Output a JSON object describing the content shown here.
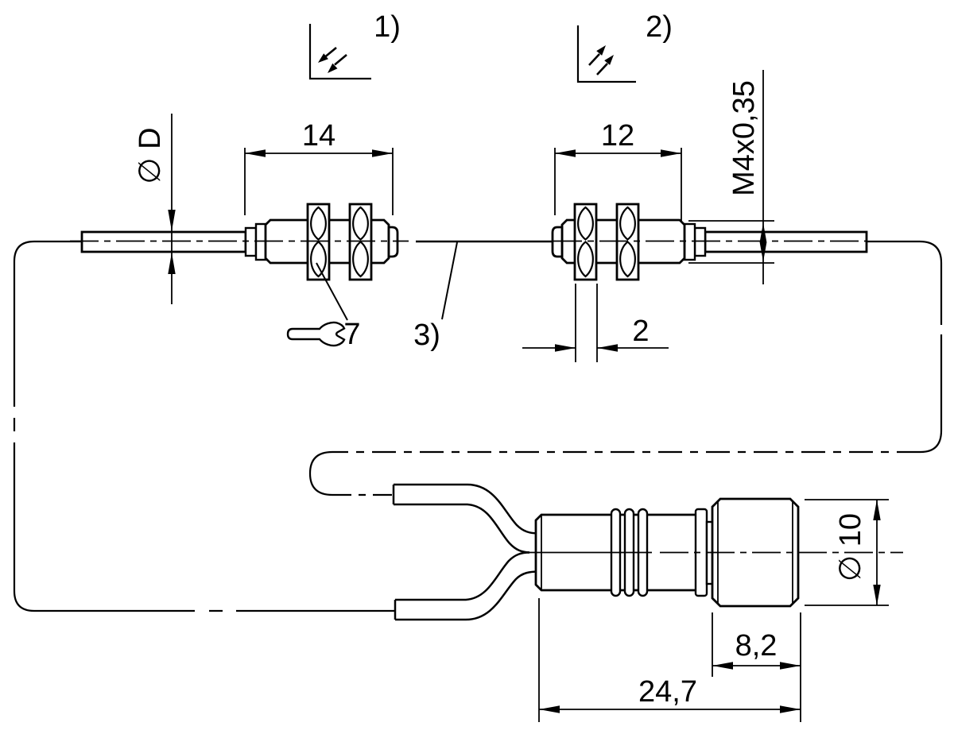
{
  "drawing": {
    "background": "#ffffff",
    "line_color": "#000000",
    "annotations": {
      "note_1": "1)",
      "note_2": "2)",
      "note_3": "3)",
      "fiber_diameter": "∅ D",
      "head1_length": "14",
      "head2_length": "12",
      "thread_spec": "M4x0,35",
      "nut_thickness": "2",
      "wrench_size": "7",
      "connector_diameter": "∅ 10",
      "connector_nut_length": "8,2",
      "connector_length": "24,7"
    }
  }
}
